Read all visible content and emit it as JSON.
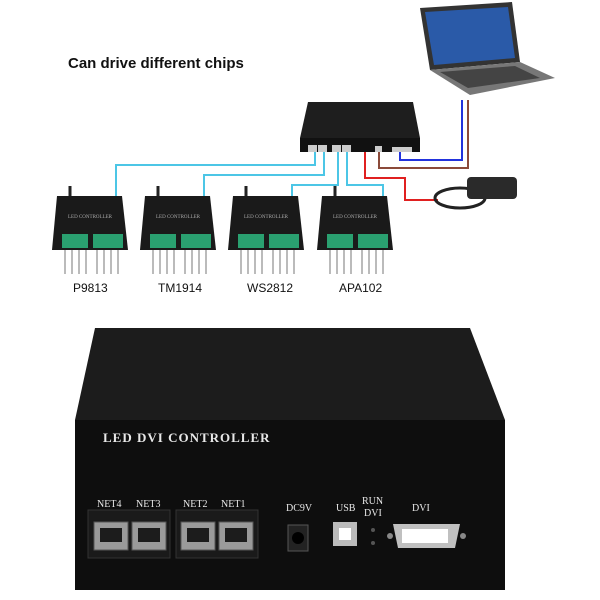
{
  "title": "Can drive different chips",
  "chips": [
    "P9813",
    "TM1914",
    "WS2812",
    "APA102"
  ],
  "sub_controller_label": "LED CONTROLLER",
  "device": {
    "title": "LED DVI CONTROLLER",
    "ports": {
      "net4": "NET4",
      "net3": "NET3",
      "net2": "NET2",
      "net1": "NET1",
      "dc": "DC9V",
      "usb": "USB",
      "run": "RUN",
      "dvi_led": "DVI",
      "dvi": "DVI"
    }
  },
  "colors": {
    "net_cable": "#4cc6e6",
    "power_cable": "#e02020",
    "usb_cable": "#8b4a3a",
    "dvi_cable": "#2233dd",
    "device": "#161616"
  }
}
